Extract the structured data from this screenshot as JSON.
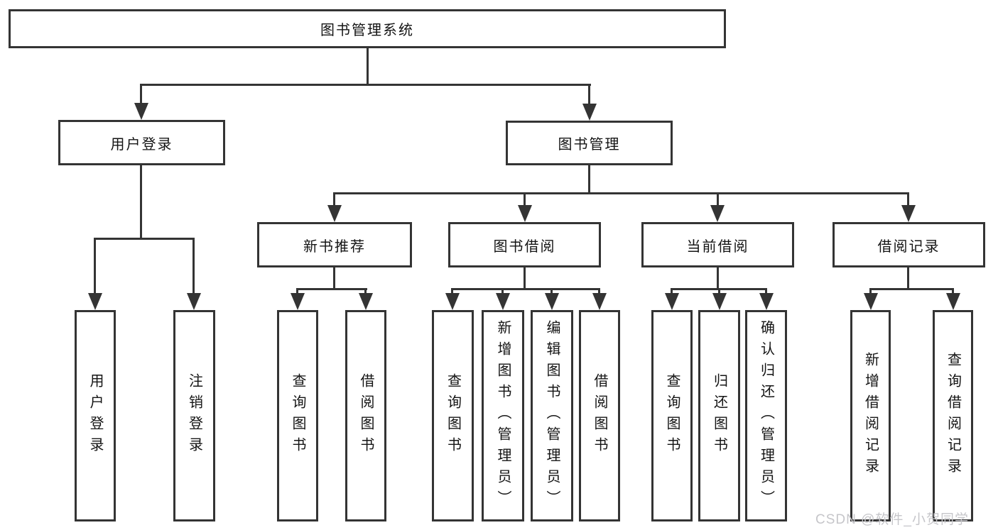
{
  "diagram": {
    "type": "hierarchy-tree",
    "root_label": "图书管理系统",
    "branches": [
      {
        "label": "用户登录",
        "leaves": [
          "用户登录",
          "注销登录"
        ]
      },
      {
        "label": "图书管理",
        "groups": [
          {
            "label": "新书推荐",
            "leaves": [
              "查询图书",
              "借阅图书"
            ]
          },
          {
            "label": "图书借阅",
            "leaves": [
              "查询图书",
              "新增图书（管理员）",
              "编辑图书（管理员）",
              "借阅图书"
            ]
          },
          {
            "label": "当前借阅",
            "leaves": [
              "查询图书",
              "归还图书",
              "确认归还（管理员）"
            ]
          },
          {
            "label": "借阅记录",
            "leaves": [
              "新增借阅记录",
              "查询借阅记录"
            ]
          }
        ]
      }
    ],
    "watermark": "CSDN @软件_小贺同学",
    "colors": {
      "line": "#343434",
      "box_border": "#343434",
      "text": "#141414",
      "watermark": "#c6c6ca",
      "background": "#ffffff"
    }
  }
}
